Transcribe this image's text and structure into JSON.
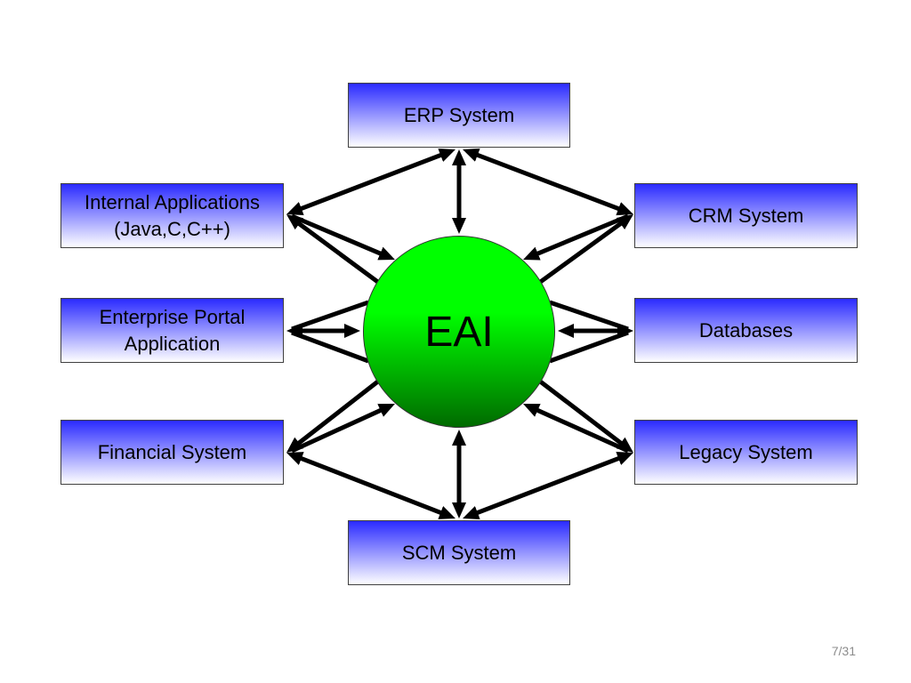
{
  "diagram": {
    "hub": {
      "label": "EAI"
    },
    "systems": {
      "erp": {
        "lines": [
          "ERP System"
        ]
      },
      "internal_applications": {
        "lines": [
          "Internal Applications",
          "(Java,C,C++)"
        ]
      },
      "crm": {
        "lines": [
          "CRM System"
        ]
      },
      "enterprise_portal": {
        "lines": [
          "Enterprise Portal",
          "Application"
        ]
      },
      "databases": {
        "lines": [
          "Databases"
        ]
      },
      "financial": {
        "lines": [
          "Financial System"
        ]
      },
      "legacy": {
        "lines": [
          "Legacy System"
        ]
      },
      "scm": {
        "lines": [
          "SCM System"
        ]
      }
    }
  },
  "slide": {
    "page_number": "7/31"
  },
  "colors": {
    "background": "#ffffff",
    "box_gradient_top": "#2b2bff",
    "box_gradient_bottom": "#ffffff",
    "box_border": "#404040",
    "hub_gradient_top": "#00ff00",
    "hub_gradient_bottom": "#006a00",
    "hub_border": "#333333",
    "arrow": "#000000",
    "text": "#000000",
    "page_number": "#8c8c8c"
  }
}
